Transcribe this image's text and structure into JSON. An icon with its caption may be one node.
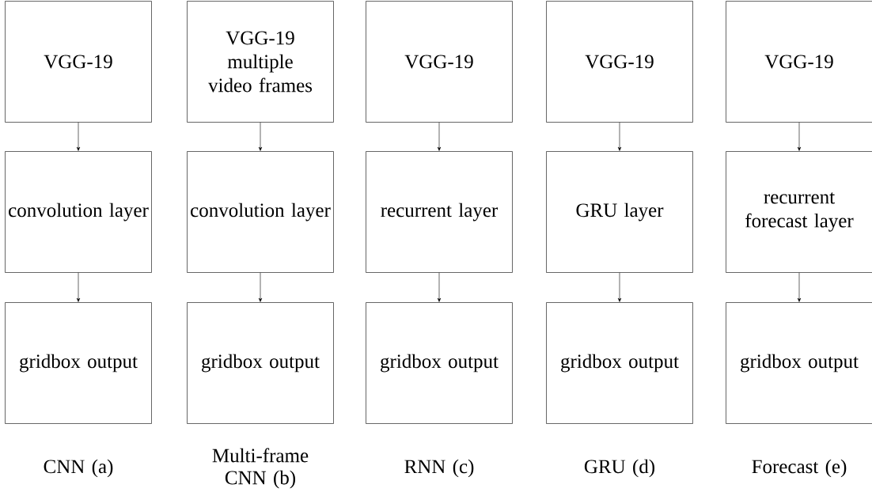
{
  "diagram": {
    "nodes": [
      {
        "text": [
          "VGG-19"
        ]
      },
      {
        "text": [
          "convolution layer"
        ]
      },
      {
        "text": [
          "gridbox output"
        ]
      },
      {
        "text": [
          "VGG-19 multiple video frames"
        ]
      },
      {
        "text": [
          "convolution layer"
        ]
      },
      {
        "text": [
          "gridbox output"
        ]
      },
      {
        "text": [
          "VGG-19"
        ]
      },
      {
        "text": [
          "recurrent layer"
        ]
      },
      {
        "text": [
          "gridbox output"
        ]
      },
      {
        "text": [
          "VGG-19"
        ]
      },
      {
        "text": [
          "GRU layer"
        ]
      },
      {
        "text": [
          "gridbox output"
        ]
      },
      {
        "text": [
          "VGG-19"
        ]
      },
      {
        "text": [
          "recurrent forecast layer"
        ]
      },
      {
        "text": [
          "gridbox output"
        ]
      }
    ],
    "edges": [
      {
        "from": 0,
        "to": 1,
        "arrow": "to"
      },
      {
        "from": 1,
        "to": 2,
        "arrow": "to"
      },
      {
        "from": 3,
        "to": 4,
        "arrow": "to"
      },
      {
        "from": 4,
        "to": 5,
        "arrow": "to"
      },
      {
        "from": 6,
        "to": 7,
        "arrow": "to"
      },
      {
        "from": 7,
        "to": 8,
        "arrow": "to"
      },
      {
        "from": 9,
        "to": 10,
        "arrow": "to"
      },
      {
        "from": 10,
        "to": 11,
        "arrow": "to"
      },
      {
        "from": 12,
        "to": 13,
        "arrow": "to"
      },
      {
        "from": 13,
        "to": 14,
        "arrow": "to"
      }
    ],
    "labels": [
      "CNN (a)",
      "Multi-frame CNN (b)",
      "RNN (c)",
      "GRU (d)",
      "Forecast (e)"
    ]
  }
}
